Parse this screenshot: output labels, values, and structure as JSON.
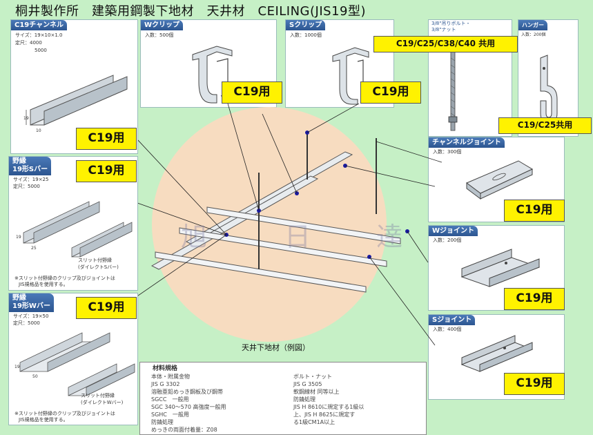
{
  "title": "桐井製作所　建築用鋼製下地材　天井材　CEILING(JIS19型)",
  "c19_label": "C19用",
  "common_c19_c25_c38_c40": "C19/C25/C38/C40 共用",
  "common_c19_c25": "C19/C25共用",
  "watermark": [
    "旭",
    "日",
    "達"
  ],
  "panels": {
    "channel": {
      "header": "C19チャンネル",
      "size": "サイズ：19×10×1.0",
      "length_label": "定尺：4000",
      "length_alt": "5000",
      "dim_19": "19",
      "dim_10": "10"
    },
    "w_clip": {
      "header": "Wクリップ",
      "qty": "入数：500個"
    },
    "s_clip": {
      "header": "Sクリップ",
      "qty": "入数：1000個"
    },
    "bolt": {
      "header_line1": "3/8\"吊りボルト・",
      "header_line2": "3/8\"ナット"
    },
    "hanger": {
      "header": "ハンガー",
      "qty": "入数：200個"
    },
    "s_bar": {
      "header_line1": "野縁",
      "header_line2": "19形Sバー",
      "size": "サイズ：19×25",
      "length": "定尺：5000",
      "slit_label": "スリット付野縁",
      "slit_sub": "(ダイレクトSバー)",
      "note_line1": "※スリット付野縁のクリップ及びジョイントは",
      "note_line2": "JIS規格品を使用する。",
      "dim_25": "25",
      "dim_19": "19"
    },
    "w_bar": {
      "header_line1": "野縁",
      "header_line2": "19形Wバー",
      "size": "サイズ：19×50",
      "length": "定尺：5000",
      "slit_label": "スリット付野縁",
      "slit_sub": "(ダイレクトWバー)",
      "note_line1": "※スリット付野縁のクリップ及びジョイントは",
      "note_line2": "JIS規格品を使用する。",
      "dim_50": "50",
      "dim_19": "19"
    },
    "channel_joint": {
      "header": "チャンネルジョイント",
      "qty": "入数：300個"
    },
    "w_joint": {
      "header": "Wジョイント",
      "qty": "入数：200個"
    },
    "s_joint": {
      "header": "Sジョイント",
      "qty": "入数：400個"
    }
  },
  "diagram_caption": "天井下地材（例図）",
  "spec": {
    "title": "材料規格",
    "left": [
      "本体・附属金物",
      "JIS G 3302",
      "溶融亜鉛めっき鋼板及び鋼帯",
      "SGCC　一般用",
      "SGC 340～570 高強度一般用",
      "SGHC　一般用",
      "防錆処理",
      "めっきの両面付着量：Z08"
    ],
    "right": [
      "ボルト・ナット",
      "JIS G 3505",
      "軟鋼線材 同等以上",
      "防錆処理",
      "JIS H 8610に規定する1級以",
      "上、JIS H 8625に規定す",
      "る1級CM1A以上"
    ]
  },
  "colors": {
    "background": "#c6f0c6",
    "label_yellow": "#fff200",
    "panel_header": "#3a66a6",
    "circle": "#f7dcc0",
    "leader_dot": "#1a1aa0"
  }
}
